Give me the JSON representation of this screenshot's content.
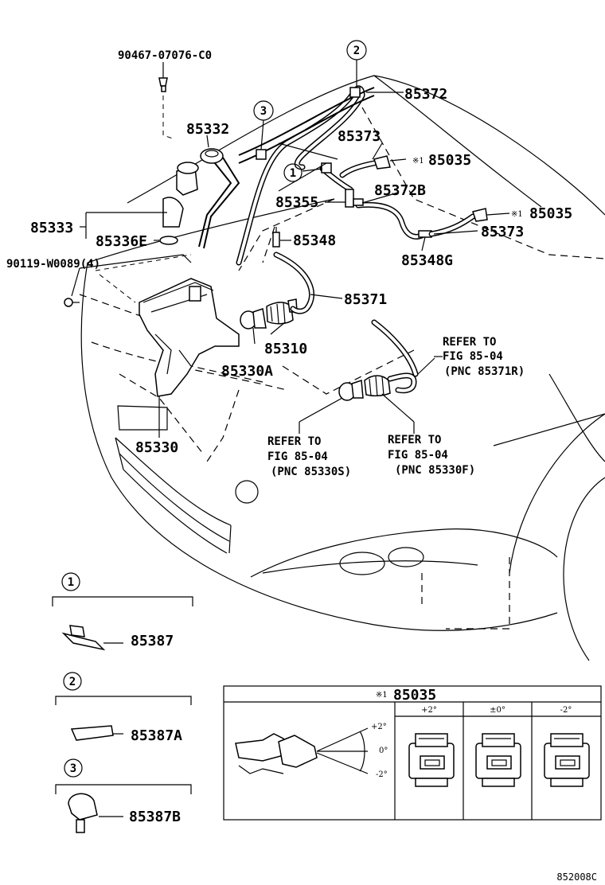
{
  "labels": {
    "p90467": "90467-07076-C0",
    "p85332": "85332",
    "p85333": "85333",
    "p85336e": "85336E",
    "p90119": "90119-W0089(4)",
    "p85372": "85372",
    "p85373a": "85373",
    "p85035a": "85035",
    "p85035b": "85035",
    "p85355": "85355",
    "p85372b": "85372B",
    "p85373b": "85373",
    "p85348": "85348",
    "p85348g": "85348G",
    "p85371": "85371",
    "p85310": "85310",
    "p85330a": "85330A",
    "p85330": "85330",
    "p85387": "85387",
    "p85387a": "85387A",
    "p85387b": "85387B"
  },
  "marks": {
    "asterisk1": "※1"
  },
  "callouts": {
    "c1": "1",
    "c2": "2",
    "c3": "3"
  },
  "refs": {
    "r1_l1": "REFER TO",
    "r1_l2": "FIG 85-04",
    "r1_l3": "(PNC 85371R)",
    "r2_l1": "REFER TO",
    "r2_l2": "FIG 85-04",
    "r2_l3": "(PNC 85330S)",
    "r3_l1": "REFER TO",
    "r3_l2": "FIG 85-04",
    "r3_l3": "(PNC 85330F)"
  },
  "detail_table": {
    "title": "85035",
    "angles": [
      "+2°",
      "±0°",
      "-2°"
    ],
    "diagram_angles": [
      "+2°",
      "0°",
      "-2°"
    ]
  },
  "footer_code": "852008C"
}
